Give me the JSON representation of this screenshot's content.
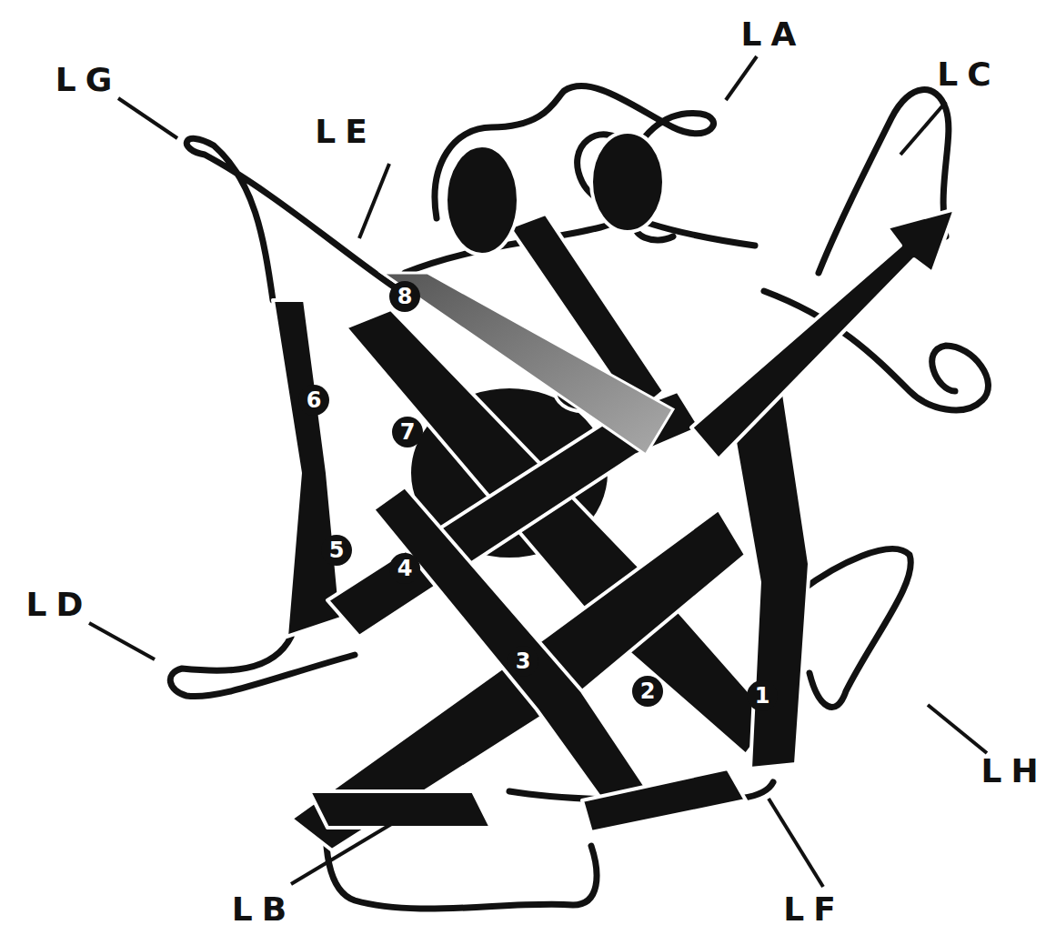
{
  "diagram": {
    "labels": [
      "LG",
      "LA",
      "LC",
      "LE",
      "8",
      "6",
      "7",
      "5",
      "LD",
      "4",
      "3",
      "2",
      "1",
      "LH",
      "LB",
      "LF"
    ]
  }
}
